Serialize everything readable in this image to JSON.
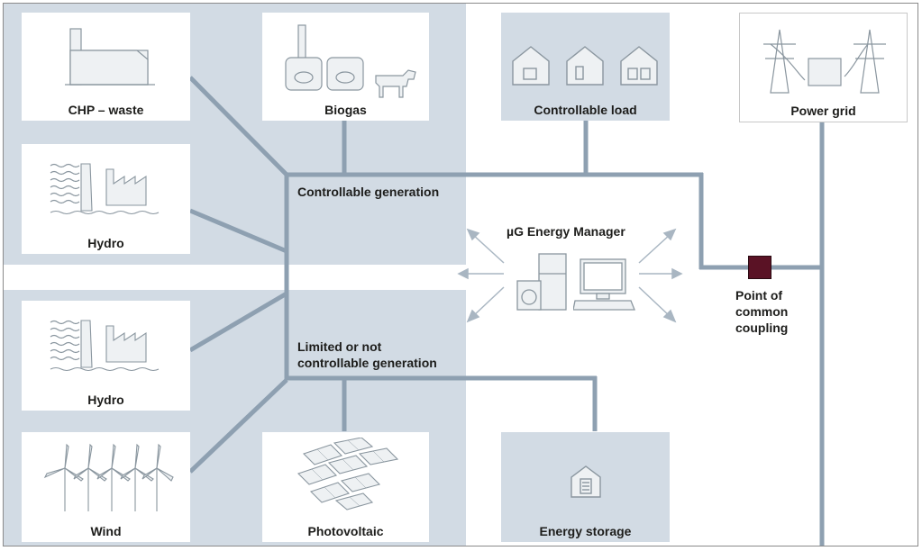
{
  "boxes": {
    "chp_waste": "CHP – waste",
    "biogas": "Biogas",
    "controllable_load": "Controllable load",
    "power_grid": "Power grid",
    "hydro_top": "Hydro",
    "hydro_bottom": "Hydro",
    "wind": "Wind",
    "photovoltaic": "Photovoltaic",
    "energy_storage": "Energy storage"
  },
  "labels": {
    "controllable_generation": "Controllable generation",
    "limited_generation_line1": "Limited or not",
    "limited_generation_line2": "controllable generation",
    "energy_manager": "µG Energy Manager",
    "pcc_line1": "Point of",
    "pcc_line2": "common",
    "pcc_line3": "coupling"
  },
  "colors": {
    "region_fill": "#d2dbe4",
    "line": "#8ea0b1",
    "icon_stroke": "#8a969f",
    "pcc_fill": "#5a1225",
    "text": "#1d1d1b"
  },
  "icons": [
    "factory-chimney-icon",
    "biogas-digester-icon",
    "cow-icon",
    "house-icon",
    "power-pylon-icon",
    "dam-icon",
    "factory-icon",
    "wind-turbine-icon",
    "solar-panel-icon",
    "battery-house-icon",
    "computer-icon",
    "appliance-icon"
  ]
}
